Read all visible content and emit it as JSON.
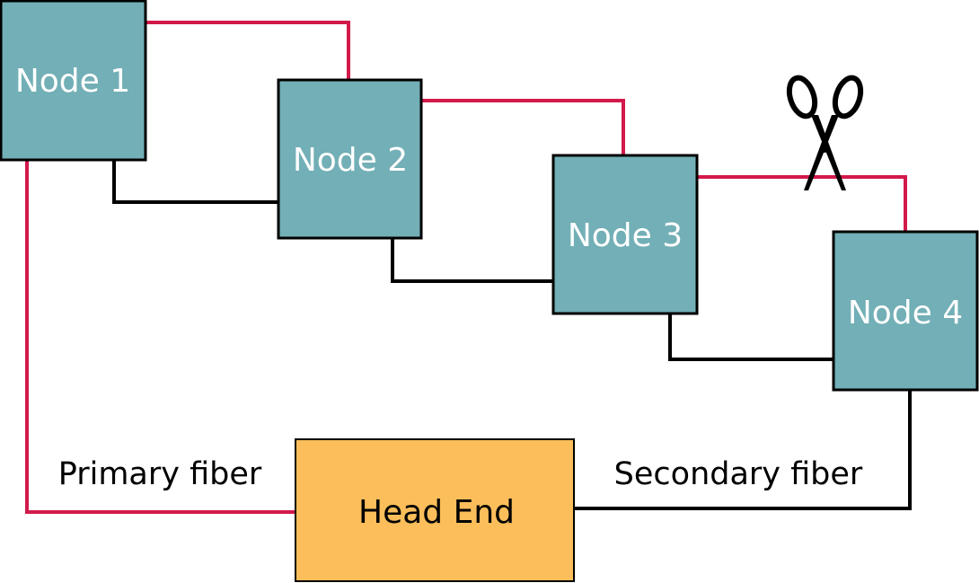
{
  "nodes": [
    {
      "label": "Node 1"
    },
    {
      "label": "Node 2"
    },
    {
      "label": "Node 3"
    },
    {
      "label": "Node 4"
    }
  ],
  "head_end": {
    "label": "Head End"
  },
  "captions": {
    "primary": "Primary fiber",
    "secondary": "Secondary fiber"
  },
  "icons": {
    "cut": "scissors-icon"
  },
  "colors": {
    "node_fill": "#72afb6",
    "head_end_fill": "#fbbe5a",
    "primary_fiber": "#d2194a",
    "secondary_fiber": "#000000"
  }
}
